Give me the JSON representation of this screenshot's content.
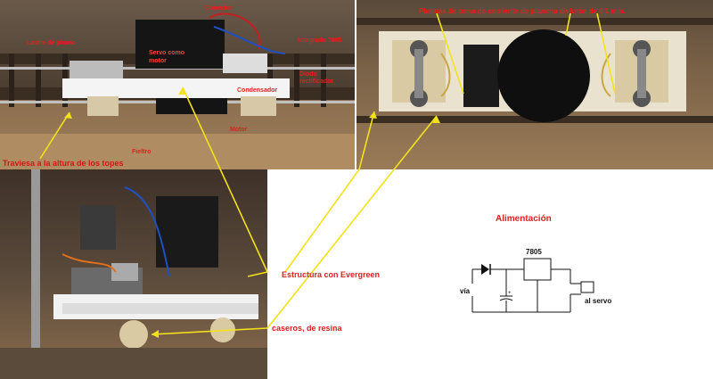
{
  "photo1": {
    "labels": {
      "conector": "Conector",
      "lastre": "Lastre de plomo",
      "servo": "Servo como motor",
      "integrado": "Integrado 7805",
      "diodo": "Diodo rectificador",
      "condensador": "Condensador",
      "motor": "Motor",
      "fieltro": "Fieltro"
    },
    "caption": "Traviesa a la altura de los topes"
  },
  "photo2": {
    "caption": "Pletinas de toma de corriente de plancha de latón de 0'1 mm."
  },
  "annotations": {
    "evergreen": "Estructura con Evergreen",
    "resina": "caseros, de resina"
  },
  "circuit": {
    "title": "Alimentación",
    "regulator": "7805",
    "input": "vía",
    "output": "al servo"
  },
  "colors": {
    "label_red": "#e02020",
    "arrow_yellow": "#f3e21a"
  }
}
